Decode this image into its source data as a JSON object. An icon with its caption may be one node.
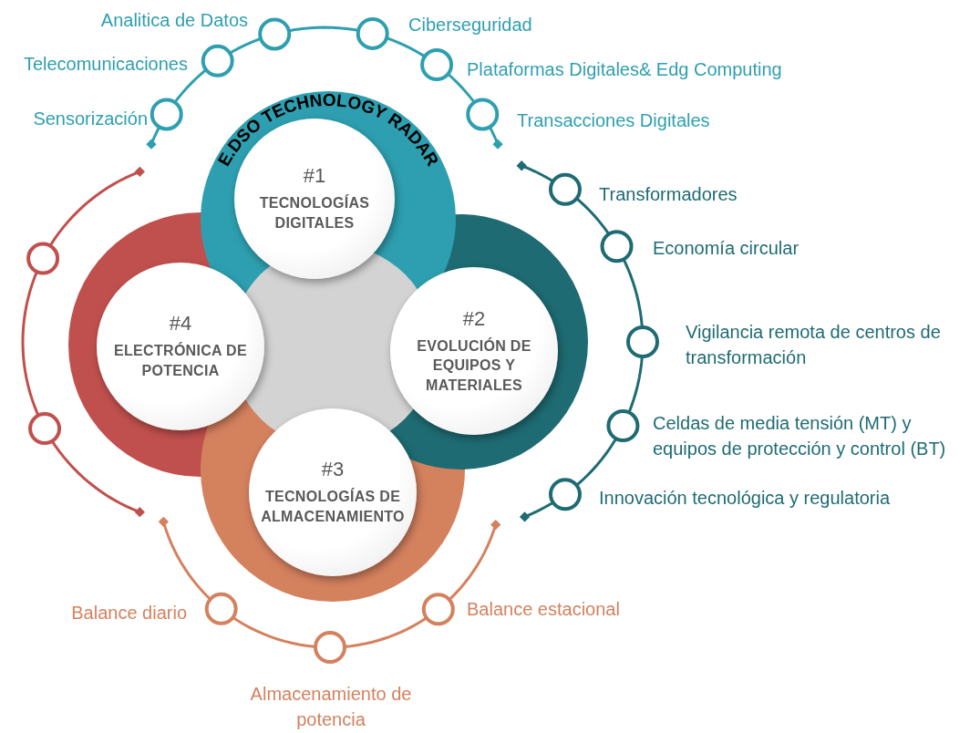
{
  "diagram": {
    "nodes": [
      {
        "text": [
          "#1",
          "TECNOLOGÍAS DIGITALES"
        ]
      },
      {
        "text": [
          "#2",
          "EVOLUCIÓN DE EQUIPOS Y MATERIALES"
        ]
      },
      {
        "text": [
          "#3",
          "TECNOLOGÍAS DE ALMACENAMIENTO"
        ]
      },
      {
        "text": [
          "#4",
          "ELECTRÓNICA DE POTENCIA"
        ]
      },
      {
        "text": [],
        "shape": "circle",
        "beside": [
          "Sensorización"
        ]
      },
      {
        "text": [],
        "shape": "circle",
        "beside": [
          "Telecomunicaciones"
        ]
      },
      {
        "text": [],
        "shape": "circle",
        "beside": [
          "Analitica de Datos"
        ]
      },
      {
        "text": [],
        "shape": "circle",
        "beside": [
          "Ciberseguridad"
        ]
      },
      {
        "text": [],
        "shape": "circle",
        "beside": [
          "Plataformas Digitales& Edg Computing"
        ]
      },
      {
        "text": [],
        "shape": "circle",
        "beside": [
          "Transacciones Digitales"
        ]
      },
      {
        "text": [],
        "shape": "circle",
        "beside": [
          "Transformadores"
        ]
      },
      {
        "text": [],
        "shape": "circle",
        "beside": [
          "Economía circular"
        ]
      },
      {
        "text": [],
        "shape": "circle",
        "beside": [
          "Vigilancia remota de centros de transformación"
        ]
      },
      {
        "text": [],
        "shape": "circle",
        "beside": [
          "Celdas de media tensión (MT) y equipos de protección y control (BT)"
        ]
      },
      {
        "text": [],
        "shape": "circle",
        "beside": [
          "Innovación tecnológica y regulatoria"
        ]
      },
      {
        "text": [],
        "shape": "circle",
        "beside": [
          "Balance diario"
        ]
      },
      {
        "text": [],
        "shape": "circle",
        "beside": [
          "Almacenamiento de potencia"
        ]
      },
      {
        "text": [],
        "shape": "circle",
        "beside": [
          "Balance estacional"
        ]
      },
      {
        "text": [],
        "shape": "circle"
      },
      {
        "text": [],
        "shape": "circle"
      }
    ],
    "labels": [
      "E.DSO TECHNOLOGY RADAR"
    ]
  }
}
